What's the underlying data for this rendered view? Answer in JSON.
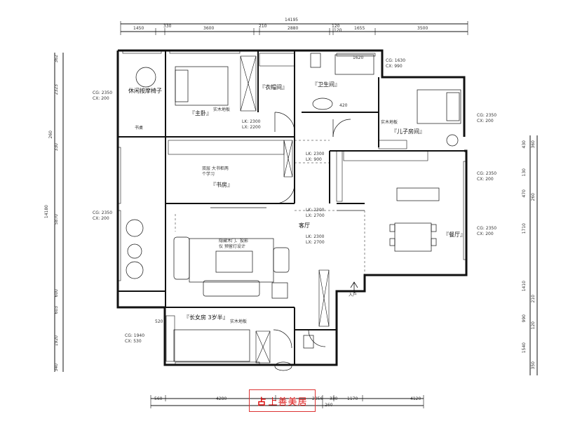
{
  "colors": {
    "wall": "#111111",
    "line": "#333333",
    "brand": "#dd1111"
  },
  "dims": {
    "top_total": "14195",
    "top": [
      "1450",
      "330",
      "3600",
      "210",
      "2880",
      "120",
      "1655",
      "3500"
    ],
    "top_small": "120",
    "bottom": [
      "560",
      "4280",
      "2856",
      "330",
      "1170",
      "4120"
    ],
    "bottom_small": "260",
    "left_total": "14180",
    "left": [
      "362",
      "2323",
      "260",
      "330",
      "5870",
      "600",
      "603",
      "1920",
      "340"
    ],
    "right": [
      "430",
      "360",
      "130",
      "470",
      "260",
      "1710",
      "1410",
      "210",
      "990",
      "120",
      "1540",
      "350"
    ]
  },
  "rooms": {
    "leisure": "休闲按摩椅子",
    "master": "『主卧』",
    "closet": "『衣帽间』",
    "bath": "『卫生间』",
    "son": "『儿子房间』",
    "study": "『书房』",
    "kitchen_dining": "『餐厅』",
    "daughter": "『长女房 3岁半』",
    "living": "客厅"
  },
  "notes": {
    "floor_master": "实木地板",
    "floor_son": "实木地板",
    "floor_daughter": "实木地板",
    "desk": "书桌",
    "study_note": "双层 大书柜两\n个学习",
    "living_note": "隐藏木门、投影\n仪 预留灯设计",
    "entry": "入户"
  },
  "specs": {
    "leisure": "CG: 2350\nCX: 200",
    "master": "LK: 2300\nLX: 2200",
    "son": "CG: 1630\nCX: 990",
    "son_right": "CG: 2350\nCX: 200",
    "study_top": "LK: 2300\nLX: 900",
    "mid_right": "CG: 2350\nCX: 200",
    "left_mid": "CG: 2350\nCX: 200",
    "living_top": "LK: 2300\nLX: 2700",
    "living_top2": "LK: 2300\nLX: 2700",
    "dining_right": "CG: 2350\nCX: 200",
    "daughter": "CG: 1940\nCX: 530",
    "bath_small": "1620",
    "bath_small2": "420",
    "daughter_small": "520"
  },
  "logo": {
    "mark": "占",
    "name": "上善美居"
  }
}
